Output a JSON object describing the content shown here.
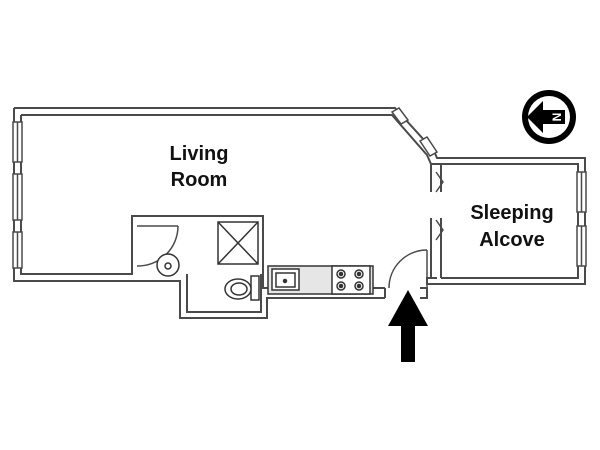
{
  "rooms": {
    "living_room": {
      "line1": "Living",
      "line2": "Room"
    },
    "sleeping_alcove": {
      "line1": "Sleeping",
      "line2": "Alcove"
    }
  },
  "compass": {
    "letter": "N"
  },
  "colors": {
    "wall": "#4a4a4a",
    "wall_fill": "#ffffff",
    "fixture": "#333333",
    "counter_fill": "#e6e6e6",
    "arrow": "#000000"
  }
}
